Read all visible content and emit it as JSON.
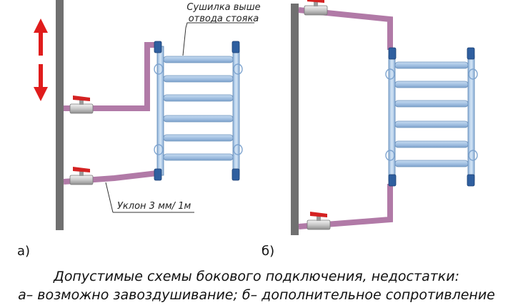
{
  "left_scheme": {
    "letter": "а)",
    "callout_top": [
      "Сушилка выше",
      "отвода стояка"
    ],
    "callout_bottom": "Уклон 3 мм/ 1м"
  },
  "right_scheme": {
    "letter": "б)"
  },
  "caption": {
    "line1": "Допустимые схемы бокового подключения, недостатки:",
    "line2": "а– возможно завоздушивание; б– дополнительное сопротивление"
  },
  "colors": {
    "riser": "#707070",
    "pipe": "#b17aa7",
    "rail": "#a7c6e6",
    "rail_edge": "#5b84b1",
    "clamp": "#2f5f9f",
    "valve_handle": "#d42222",
    "arrow": "#e01c1c"
  }
}
